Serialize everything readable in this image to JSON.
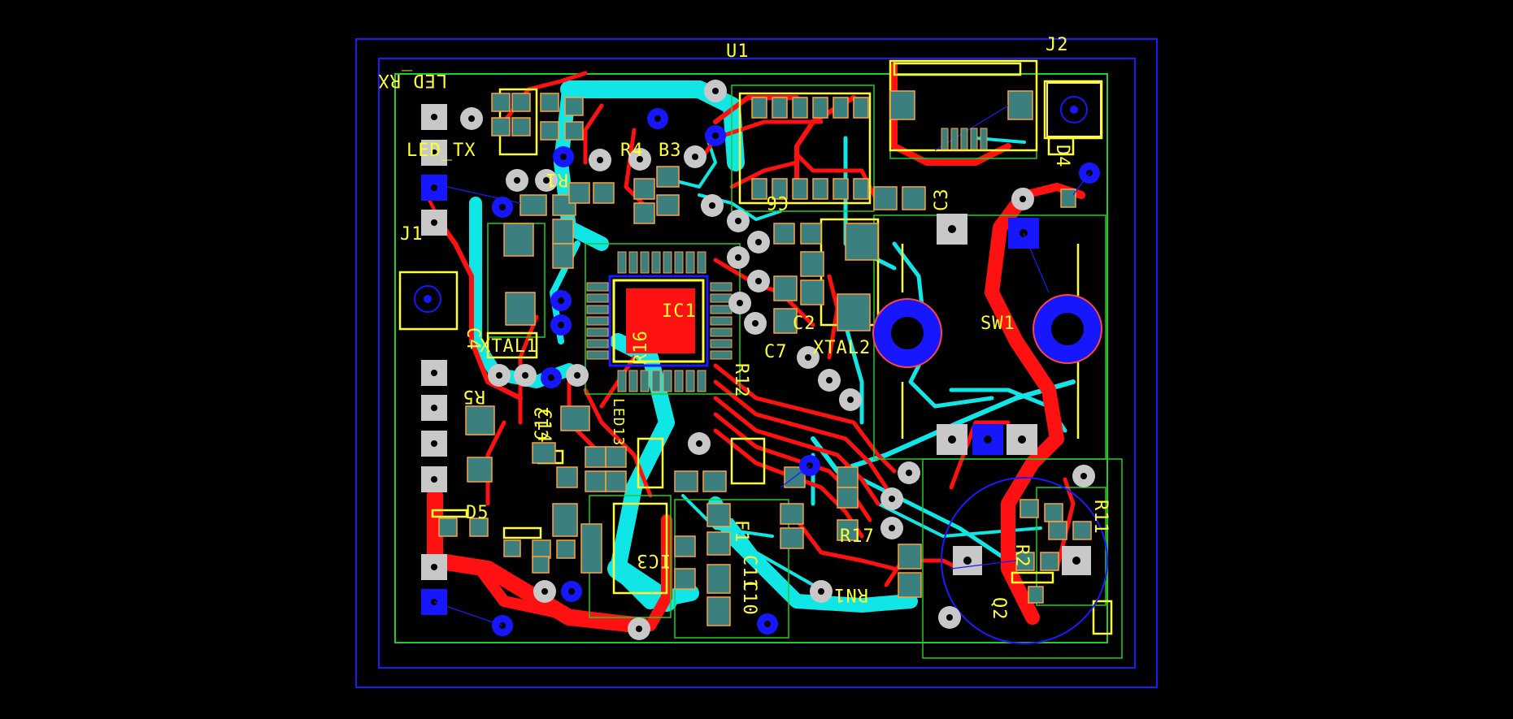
{
  "designators": {
    "u1": "U1",
    "j2": "J2",
    "j1": "J1",
    "ic1": "IC1",
    "ic3": "IC3",
    "sw1": "SW1",
    "xtal1": "XTAL1",
    "xtal2": "XTAL2",
    "led_rx": "LED_RX",
    "led_tx": "LED_TX",
    "r4": "R4",
    "r1": "R1",
    "r5": "R5",
    "r11": "R11",
    "r12": "R12",
    "r16": "R16",
    "r17": "R17",
    "r2": "R2",
    "c2": "C2",
    "c3": "C3",
    "c4": "C4",
    "c6": "C6",
    "c7": "C7",
    "c10": "C10",
    "c11": "C11",
    "c12": "C12",
    "c14": "C14",
    "d4": "D4",
    "d5": "D5",
    "q2": "Q2",
    "f1": "F1",
    "rn1": "RN1",
    "led13": "LED13",
    "b3": "B3"
  },
  "colors": {
    "background": "#000000",
    "board_outline": "#1a1aff",
    "keepout": "#22cc22",
    "top_copper": "#ff1111",
    "bottom_copper": "#11e6e6",
    "silkscreen": "#ffff33",
    "pad": "#c8c8c8",
    "smd_pad": "#3b7f7f",
    "via_blue": "#1616ff"
  },
  "icons": [
    "pcb-board",
    "via-icon",
    "through-hole-pad-icon",
    "smd-pad-icon",
    "mounting-hole-icon"
  ]
}
